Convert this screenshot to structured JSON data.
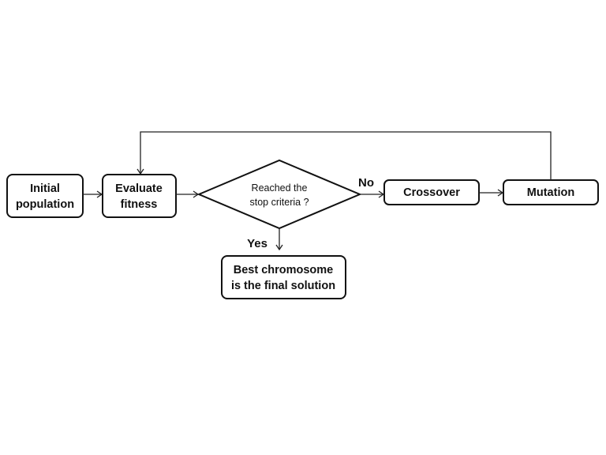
{
  "nodes": {
    "initial_population": {
      "line1": "Initial",
      "line2": "population"
    },
    "evaluate_fitness": {
      "line1": "Evaluate",
      "line2": "fitness"
    },
    "stop_check": {
      "line1": "Reached the",
      "line2": "stop criteria ?"
    },
    "crossover": {
      "label": "Crossover"
    },
    "mutation": {
      "label": "Mutation"
    },
    "final_solution": {
      "line1": "Best chromosome",
      "line2": "is the final solution"
    }
  },
  "edge_labels": {
    "no": "No",
    "yes": "Yes"
  }
}
